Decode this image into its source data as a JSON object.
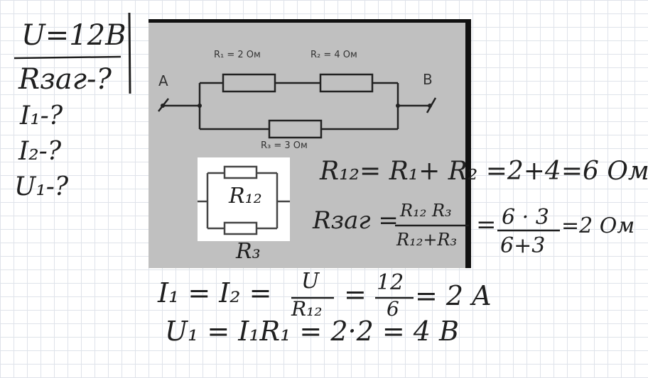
{
  "given": {
    "voltage": "U=12B",
    "find_resistance": "Rзаг-?",
    "find_current1": "I₁-?",
    "find_current2": "I₂-?",
    "find_voltage1": "U₁-?"
  },
  "circuit": {
    "terminal_a": "A",
    "terminal_b": "B",
    "r1_label": "R₁ = 2 Ом",
    "r2_label": "R₂ = 4 Ом",
    "r3_label": "R₃ = 3 Ом",
    "inset_r12": "R₁₂",
    "inset_r3": "R₃"
  },
  "solution": {
    "line1": "R₁₂= R₁+ R₂ =2+4=6 Ом",
    "line2_lhs": "Rзаг =",
    "line2_num": "R₁₂ R₃",
    "line2_den": "R₁₂+R₃",
    "line2_eq": "=",
    "line2_num2": "6 · 3",
    "line2_den2": "6+3",
    "line2_result": "=2 Ом",
    "line3_lhs": "I₁ = I₂ =",
    "line3_num": "U",
    "line3_den": "R₁₂",
    "line3_eq": "=",
    "line3_num2": "12",
    "line3_den2": "6",
    "line3_result": "= 2 A",
    "line4": "U₁ = I₁R₁ = 2·2 = 4 B"
  },
  "colors": {
    "ink": "#1f1f1f",
    "panel": "#c0c0c0",
    "grid": "#dfe3ea"
  }
}
